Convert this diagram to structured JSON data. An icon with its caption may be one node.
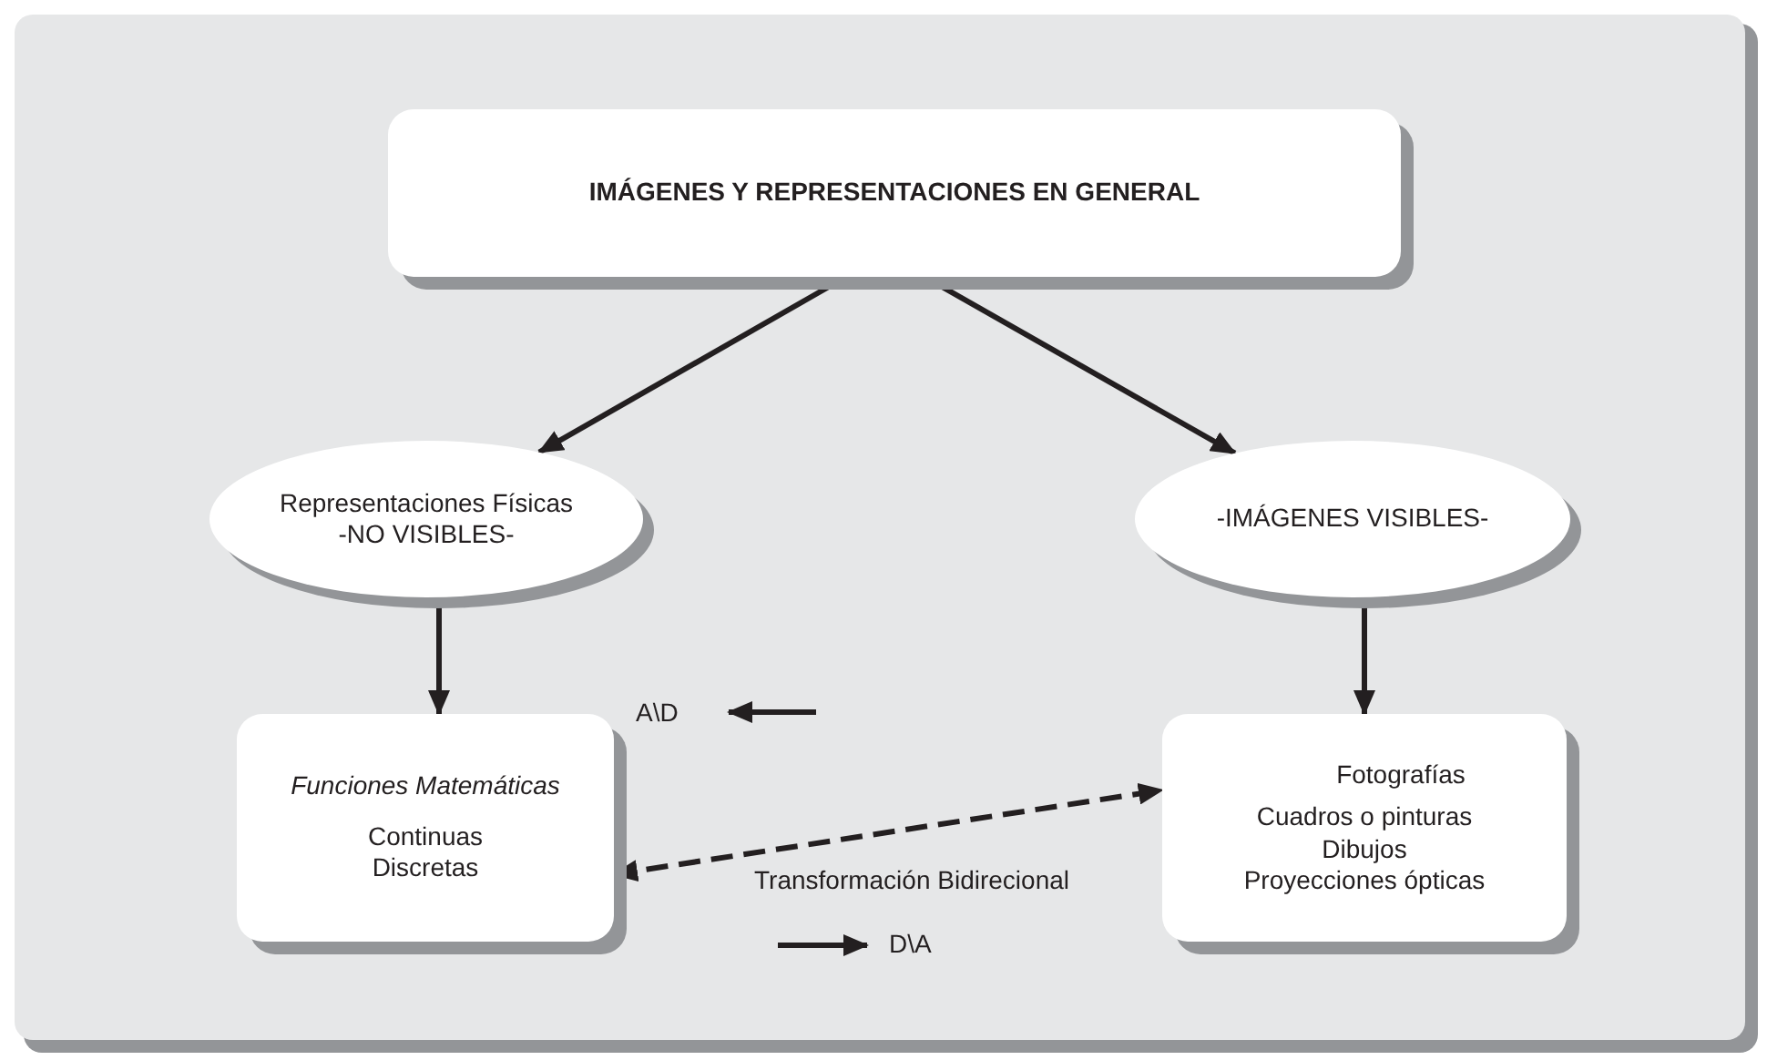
{
  "diagram": {
    "nodes": [
      {
        "text": [
          "IMÁGENES Y REPRESENTACIONES EN GENERAL"
        ]
      },
      {
        "text": [
          "Representaciones Físicas -NO VISIBLES-"
        ]
      },
      {
        "text": [
          "-IMÁGENES VISIBLES-"
        ]
      },
      {
        "text": [
          "Funciones Matemáticas",
          "Continuas",
          "Discretas"
        ]
      },
      {
        "text": [
          "Fotografías",
          "Cuadros o pinturas",
          "Dibujos",
          "Proyecciones ópticas"
        ]
      }
    ],
    "edges": [
      {
        "from": 0,
        "to": 1,
        "arrow": "to"
      },
      {
        "from": 0,
        "to": 2,
        "arrow": "to"
      },
      {
        "from": 1,
        "to": 3,
        "arrow": "to"
      },
      {
        "from": 2,
        "to": 4,
        "arrow": "to"
      },
      {
        "from": 3,
        "to": 4,
        "arrow": "both",
        "style": "dashed",
        "label": "Transformación Bidirecional"
      }
    ],
    "labels": [
      "A\\D",
      "D\\A"
    ]
  }
}
